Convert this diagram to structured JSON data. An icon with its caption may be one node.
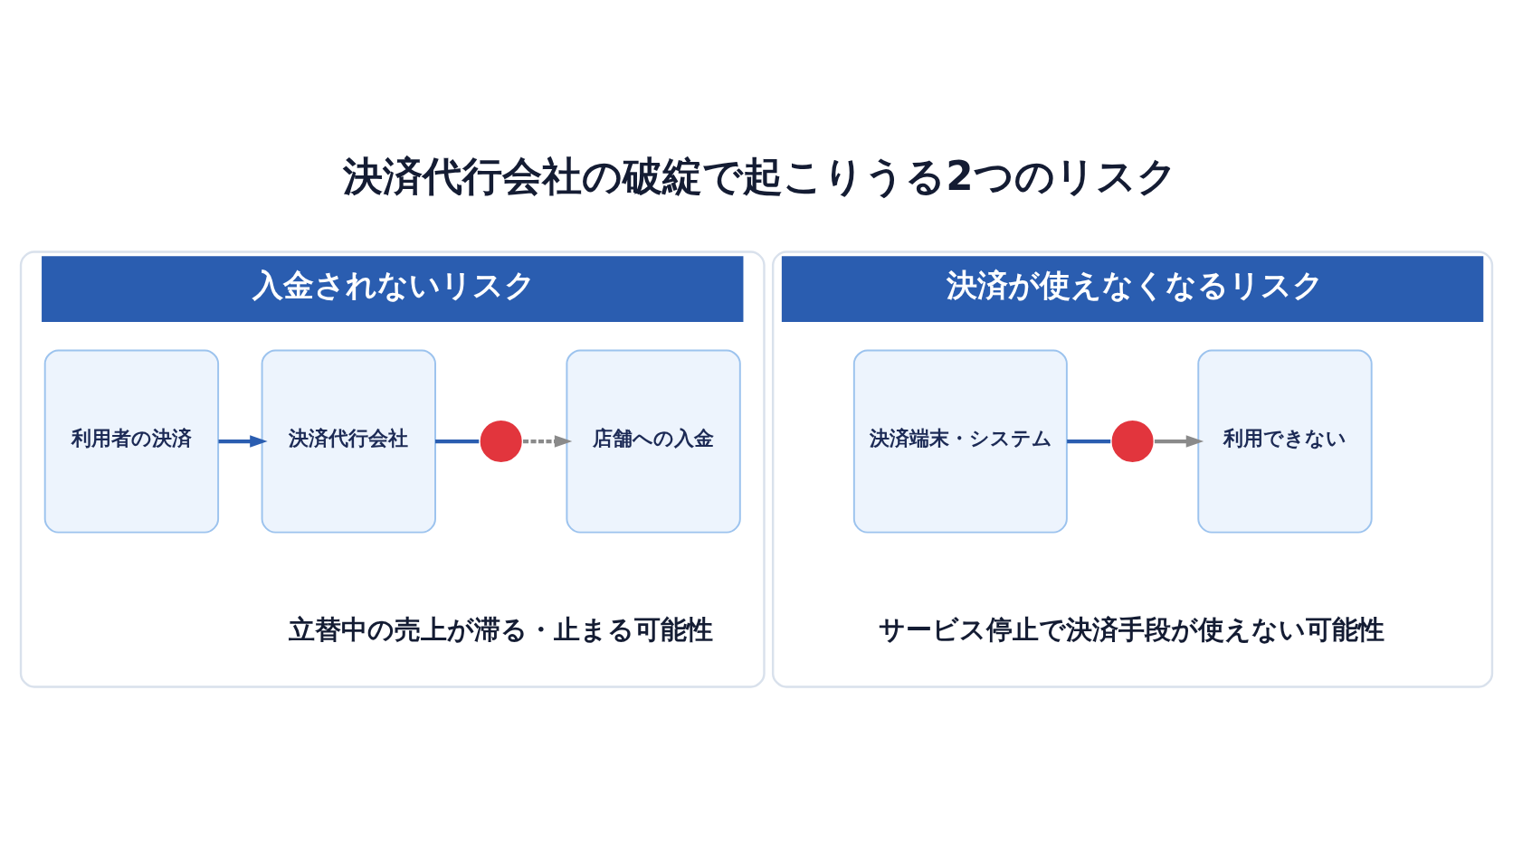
{
  "diagram": {
    "title": "決済代行会社の破綻で起こりうる2つのリスク",
    "nodes": [
      {
        "text": [
          "入金されないリスク"
        ]
      },
      {
        "text": [
          "利用者の決済"
        ],
        "in": 0
      },
      {
        "text": [
          "決済代行会社"
        ],
        "in": 0
      },
      {
        "text": [],
        "shape": "circle",
        "in": 0
      },
      {
        "text": [
          "店舗への入金"
        ],
        "in": 0
      },
      {
        "text": [
          "立替中の売上が滞る・止まる可能性"
        ],
        "in": 0
      },
      {
        "text": [
          "決済が使えなくなるリスク"
        ]
      },
      {
        "text": [
          "決済端末・システム"
        ],
        "in": 6
      },
      {
        "text": [],
        "shape": "circle",
        "in": 6
      },
      {
        "text": [
          "利用できない"
        ],
        "in": 6
      },
      {
        "text": [
          "サービス停止で決済手段が使えない可能性"
        ],
        "in": 6
      }
    ],
    "edges": [
      {
        "from": 1,
        "to": 2,
        "arrow": "to"
      },
      {
        "from": 2,
        "to": 3,
        "arrow": "none"
      },
      {
        "from": 3,
        "to": 4,
        "arrow": "to",
        "style": "dashed",
        "color": "#8a8a8a"
      },
      {
        "from": 7,
        "to": 8,
        "arrow": "none"
      },
      {
        "from": 8,
        "to": 9,
        "arrow": "to",
        "color": "#8a8a8a"
      }
    ]
  }
}
